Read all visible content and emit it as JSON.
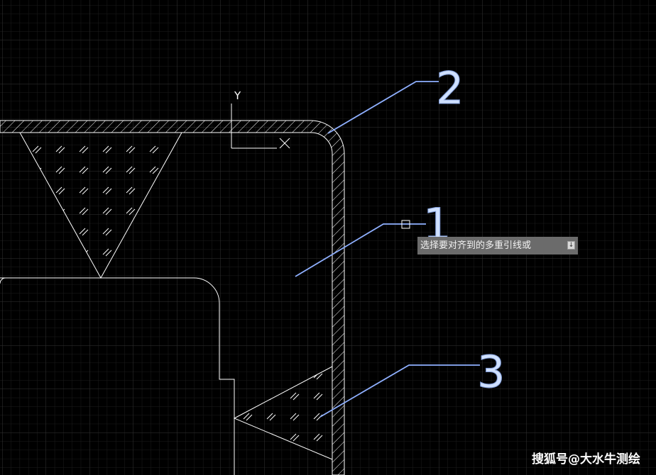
{
  "balloons": [
    {
      "id": "1",
      "label": "1"
    },
    {
      "id": "2",
      "label": "2"
    },
    {
      "id": "3",
      "label": "3"
    }
  ],
  "ucs": {
    "y_label": "Y"
  },
  "tooltip": {
    "text": "选择要对齐到的多重引线或",
    "icon": "dropdown-arrow-icon"
  },
  "watermark": {
    "text": "搜狐号@大水牛测绘"
  },
  "colors": {
    "background": "#000000",
    "grid_minor": "#1c1c1c",
    "grid_major": "#333333",
    "geometry": "#ffffff",
    "leader": "#8fb0ff",
    "balloon_text": "#cfe0ff",
    "tooltip_bg": "#6b6b6b"
  }
}
